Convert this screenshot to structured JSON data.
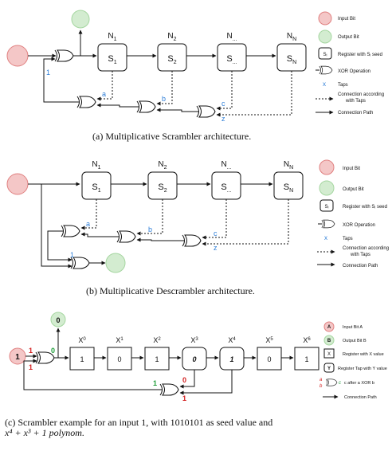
{
  "diagram_a": {
    "registers": [
      {
        "top": "N",
        "top_sub": "1",
        "label": "S",
        "label_sub": "1"
      },
      {
        "top": "N",
        "top_sub": "2",
        "label": "S",
        "label_sub": "2"
      },
      {
        "top": "N",
        "top_sub": "...",
        "label": "S",
        "label_sub": "..."
      },
      {
        "top": "N",
        "top_sub": "N",
        "label": "S",
        "label_sub": "N"
      }
    ],
    "taps": [
      "a",
      "b",
      "c",
      "z"
    ],
    "tap_one": "1",
    "caption": "(a) Multiplicative Scrambler architecture."
  },
  "legend_a": {
    "input_bit": "Input Bit",
    "output_bit": "Output Bit",
    "register_seed": "Register with Sᵢ seed",
    "register_symbol": "Sᵢ",
    "xor_operation": "XOR Operation",
    "taps_symbol": "x",
    "taps": "Taps",
    "connection_taps_1": "Connection according",
    "connection_taps_2": "with Taps",
    "connection_path": "Connection Path"
  },
  "diagram_b": {
    "registers": [
      {
        "top": "N",
        "top_sub": "1",
        "label": "S",
        "label_sub": "1"
      },
      {
        "top": "N",
        "top_sub": "2",
        "label": "S",
        "label_sub": "2"
      },
      {
        "top": "N",
        "top_sub": "...",
        "label": "S",
        "label_sub": "..."
      },
      {
        "top": "N",
        "top_sub": "N",
        "label": "S",
        "label_sub": "N"
      }
    ],
    "taps": [
      "a",
      "b",
      "c",
      "z"
    ],
    "tap_one": "1",
    "caption": "(b) Multiplicative Descrambler architecture."
  },
  "legend_b": {
    "input_bit": "Input Bit",
    "output_bit": "Output Bit",
    "register_seed": "Register with Sᵢ seed",
    "register_symbol": "Sᵢ",
    "xor_operation": "XOR Operation",
    "taps_symbol": "x",
    "taps": "Taps",
    "connection_taps_1": "Connection according",
    "connection_taps_2": "with Taps",
    "connection_path": "Connection Path"
  },
  "diagram_c": {
    "input": "1",
    "output": "0",
    "registers": [
      {
        "top": "X",
        "top_sup": "0",
        "value": "1"
      },
      {
        "top": "X",
        "top_sup": "1",
        "value": "0"
      },
      {
        "top": "X",
        "top_sup": "2",
        "value": "1"
      },
      {
        "top": "X",
        "top_sup": "3",
        "value": "0"
      },
      {
        "top": "X",
        "top_sup": "4",
        "value": "1"
      },
      {
        "top": "X",
        "top_sup": "5",
        "value": "0"
      },
      {
        "top": "X",
        "top_sup": "6",
        "value": "1"
      }
    ],
    "xor1_in_a": "1",
    "xor1_in_b": "1",
    "xor1_out": "0",
    "xor2_in_a": "1",
    "xor2_in_b": "0",
    "xor2_out": "1",
    "tap_x3": "0",
    "tap_x4": "1",
    "caption_line1": "(c) Scrambler example for an input 1, with 1010101 as seed value and",
    "caption_line2": "x⁴ + x³ + 1 polynom."
  },
  "legend_c": {
    "input_symbol": "A",
    "input_label": "Input Bit A",
    "output_symbol": "B",
    "output_label": "Output Bit B",
    "register_symbol": "X",
    "register_label": "Register with X value",
    "tap_symbol": "Y",
    "tap_label": "Register Tap with Y value",
    "xor_a": "a",
    "xor_b": "b",
    "xor_c": "c",
    "xor_label": "c after a XOR b",
    "connection_path": "Connection Path"
  },
  "colors": {
    "input_fill": "#f4c7c7",
    "input_stroke": "#e08080",
    "output_fill": "#d3ecd0",
    "output_stroke": "#a5d6a0",
    "tap_label": "#2f7fd8",
    "red_bit": "#d42020",
    "green_bit": "#1f9e3a"
  }
}
